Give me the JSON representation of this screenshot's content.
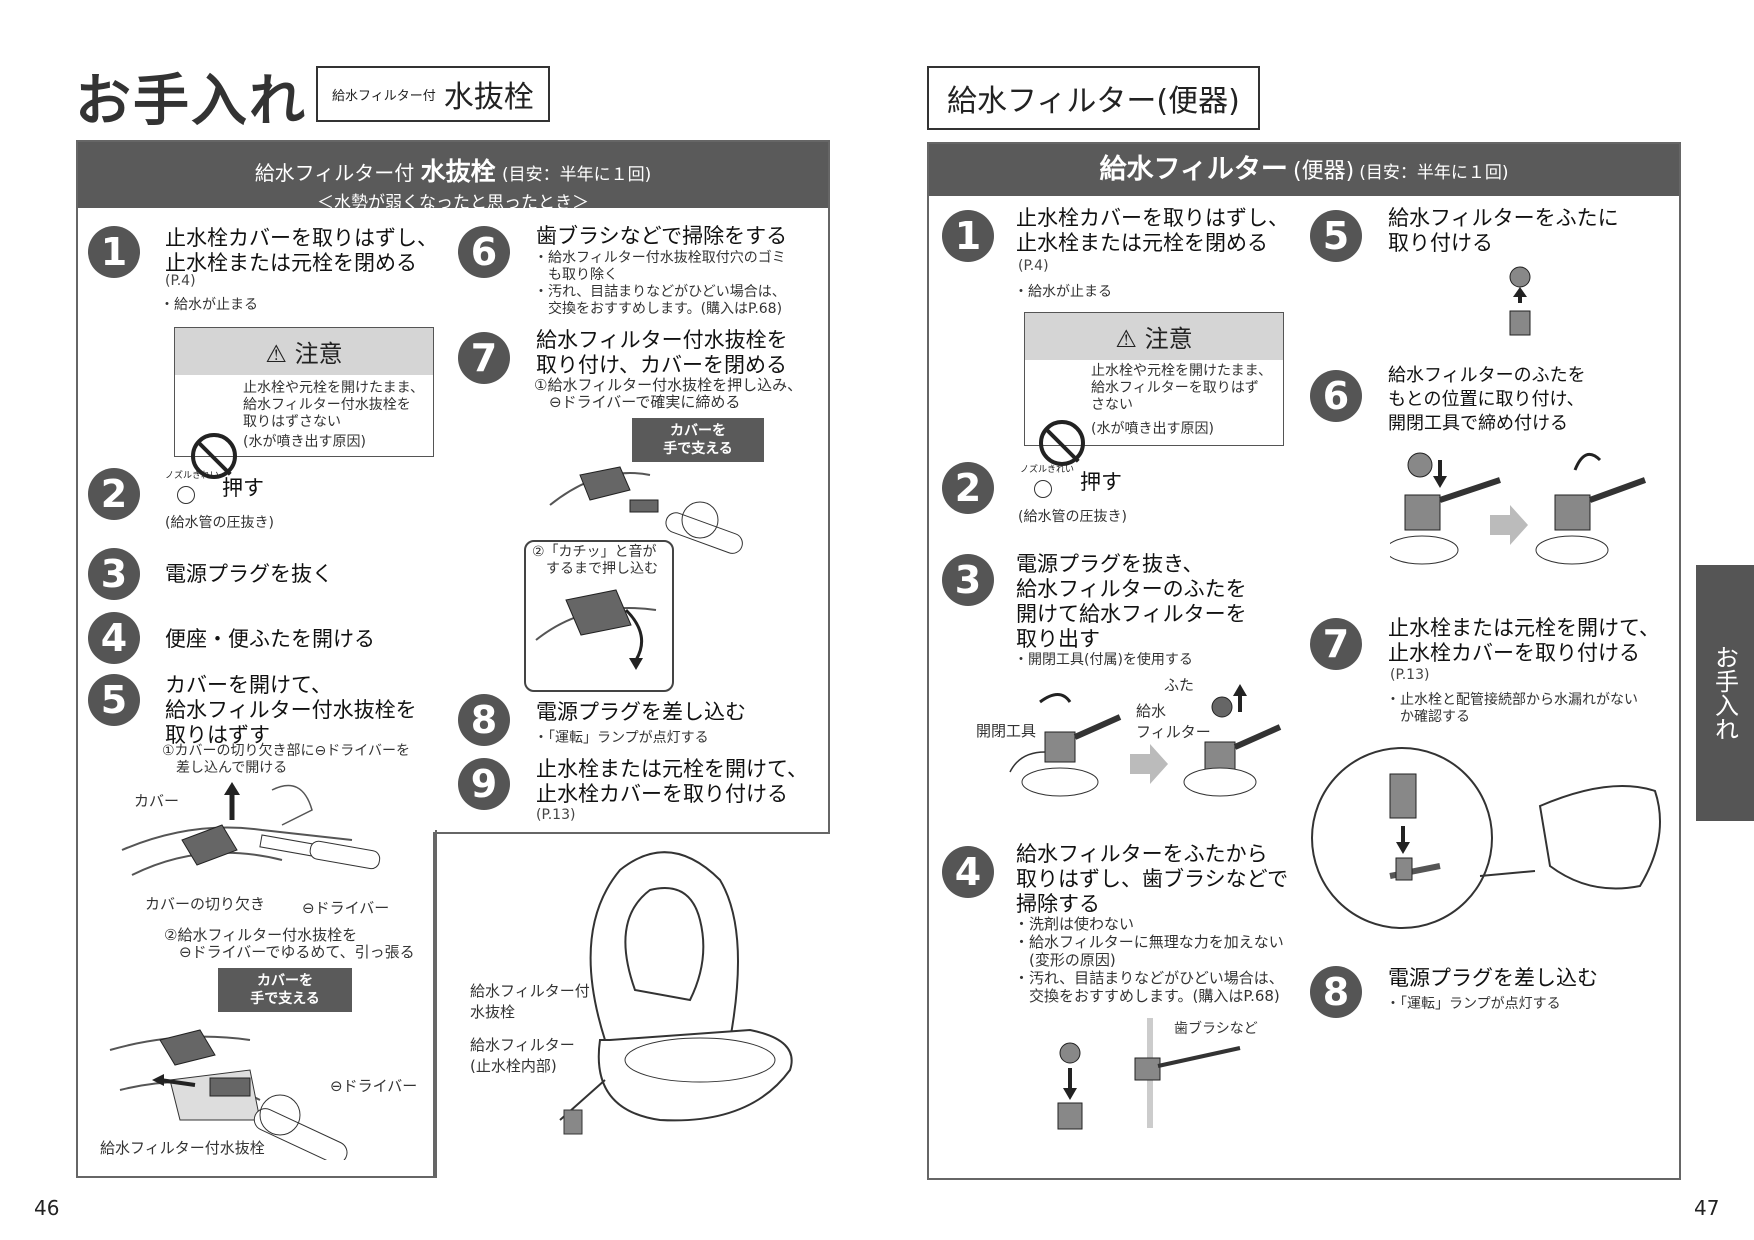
{
  "left_page": {
    "title": "お手入れ",
    "tag": {
      "small": "給水フィルター付",
      "big": "水抜栓"
    },
    "panel_header": {
      "prefix": "給水フィルター付",
      "bold": "水抜栓",
      "interval": "(目安：半年に１回)",
      "subtitle": "＜水勢が弱くなったと思ったとき＞"
    },
    "steps": [
      {
        "num": "1",
        "text": [
          "止水栓カバーを取りはずし、",
          "止水栓または元栓を閉める"
        ],
        "ref": "(P.4)",
        "notes": [
          "・給水が止まる"
        ]
      },
      {
        "num": "2",
        "button_label": "ノズルきれい",
        "text": [
          "押す"
        ],
        "notes": [
          "(給水管の圧抜き)"
        ]
      },
      {
        "num": "3",
        "text": [
          "電源プラグを抜く"
        ]
      },
      {
        "num": "4",
        "text": [
          "便座・便ふたを開ける"
        ]
      },
      {
        "num": "5",
        "text": [
          "カバーを開けて、",
          "給水フィルター付水抜栓を",
          "取りはずす"
        ],
        "notes": [
          "①カバーの切り欠き部に⊖ドライバーを",
          "　差し込んで開ける"
        ]
      },
      {
        "num": "6",
        "text": [
          "歯ブラシなどで掃除をする"
        ],
        "notes": [
          "・給水フィルター付水抜栓取付穴のゴミ",
          "　も取り除く",
          "・汚れ、目詰まりなどがひどい場合は、",
          "　交換をおすすめします。(購入はP.68)"
        ]
      },
      {
        "num": "7",
        "text": [
          "給水フィルター付水抜栓を",
          "取り付け、カバーを閉める"
        ],
        "notes": [
          "①給水フィルター付水抜栓を押し込み、",
          "　⊖ドライバーで確実に締める"
        ]
      },
      {
        "num": "8",
        "text": [
          "電源プラグを差し込む"
        ],
        "notes": [
          "・「運転」ランプが点灯する"
        ]
      },
      {
        "num": "9",
        "text": [
          "止水栓または元栓を開けて、",
          "止水栓カバーを取り付ける"
        ],
        "ref": "(P.13)"
      }
    ],
    "caution": {
      "heading": "注意",
      "lines": [
        "止水栓や元栓を開けたまま、",
        "給水フィルター付水抜栓を",
        "取りはずさない"
      ],
      "reason": "(水が噴き出す原因)"
    },
    "labels": {
      "cover": "カバー",
      "notch": "カバーの切り欠き",
      "driver1": "⊖ドライバー",
      "step5_note2": [
        "②給水フィルター付水抜栓を",
        "　⊖ドライバーでゆるめて、引っ張る"
      ],
      "hold_cover": [
        "カバーを",
        "手で支える"
      ],
      "driver2": "⊖ドライバー",
      "drain_plug": "給水フィルター付水抜栓",
      "click": [
        "②「カチッ」と音が",
        "　するまで押し込む"
      ],
      "toilet_label1": [
        "給水フィルター付",
        "水抜栓"
      ],
      "toilet_label2": [
        "給水フィルター",
        "(止水栓内部)"
      ]
    },
    "page_number": "46"
  },
  "right_page": {
    "tag": "給水フィルター(便器)",
    "panel_header": {
      "bold": "給水フィルター",
      "paren": "(便器)",
      "interval": "(目安：半年に１回)"
    },
    "steps": [
      {
        "num": "1",
        "text": [
          "止水栓カバーを取りはずし、",
          "止水栓または元栓を閉める"
        ],
        "ref": "(P.4)",
        "notes": [
          "・給水が止まる"
        ]
      },
      {
        "num": "2",
        "button_label": "ノズルきれい",
        "text": [
          "押す"
        ],
        "notes": [
          "(給水管の圧抜き)"
        ]
      },
      {
        "num": "3",
        "text": [
          "電源プラグを抜き、",
          "給水フィルターのふたを",
          "開けて給水フィルターを",
          "取り出す"
        ],
        "notes": [
          "・開閉工具(付属)を使用する"
        ]
      },
      {
        "num": "4",
        "text": [
          "給水フィルターをふたから",
          "取りはずし、歯ブラシなどで",
          "掃除する"
        ],
        "notes": [
          "・洗剤は使わない",
          "・給水フィルターに無理な力を加えない",
          "　(変形の原因)",
          "・汚れ、目詰まりなどがひどい場合は、",
          "　交換をおすすめします。(購入はP.68)"
        ]
      },
      {
        "num": "5",
        "text": [
          "給水フィルターをふたに",
          "取り付ける"
        ]
      },
      {
        "num": "6",
        "text": [
          "給水フィルターのふたを",
          "もとの位置に取り付け、",
          "開閉工具で締め付ける"
        ]
      },
      {
        "num": "7",
        "text": [
          "止水栓または元栓を開けて、",
          "止水栓カバーを取り付ける"
        ],
        "ref": "(P.13)",
        "notes": [
          "・止水栓と配管接続部から水漏れがない",
          "　か確認する"
        ]
      },
      {
        "num": "8",
        "text": [
          "電源プラグを差し込む"
        ],
        "notes": [
          "・「運転」ランプが点灯する"
        ]
      }
    ],
    "caution": {
      "heading": "注意",
      "lines": [
        "止水栓や元栓を開けたまま、",
        "給水フィルターを取りはず",
        "さない"
      ],
      "reason": "(水が噴き出す原因)"
    },
    "labels": {
      "lid": "ふた",
      "filter": [
        "給水",
        "フィルター"
      ],
      "tool": "開閉工具",
      "brush": "歯ブラシなど"
    },
    "side_tab": "お手入れ",
    "page_number": "47"
  }
}
